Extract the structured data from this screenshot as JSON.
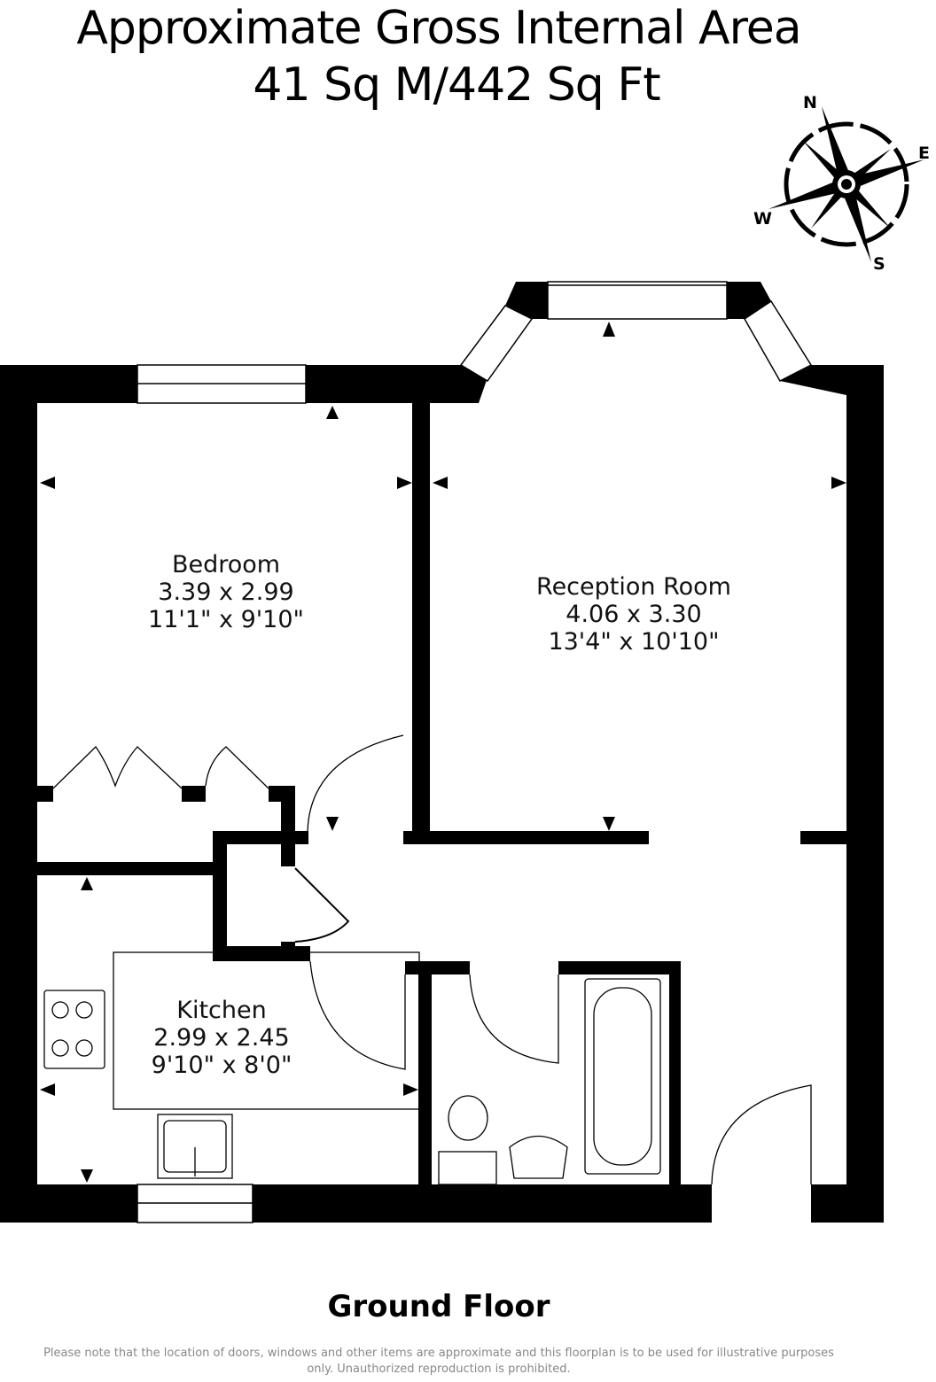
{
  "header": {
    "title_line1": "Approximate Gross Internal Area",
    "title_line2": "41 Sq M/442 Sq Ft"
  },
  "compass": {
    "n": "N",
    "e": "E",
    "s": "S",
    "w": "W"
  },
  "rooms": [
    {
      "name": "Bedroom",
      "metric": "3.39 x 2.99",
      "imperial": "11'1\" x 9'10\""
    },
    {
      "name": "Reception Room",
      "metric": "4.06 x 3.30",
      "imperial": "13'4\" x 10'10\""
    },
    {
      "name": "Kitchen",
      "metric": "2.99 x 2.45",
      "imperial": "9'10\" x 8'0\""
    }
  ],
  "floor_label": "Ground Floor",
  "disclaimer": "Please note that the location of doors, windows and other items are approximate and this floorplan is to be used for illustrative purposes only. Unauthorized reproduction is prohibited."
}
